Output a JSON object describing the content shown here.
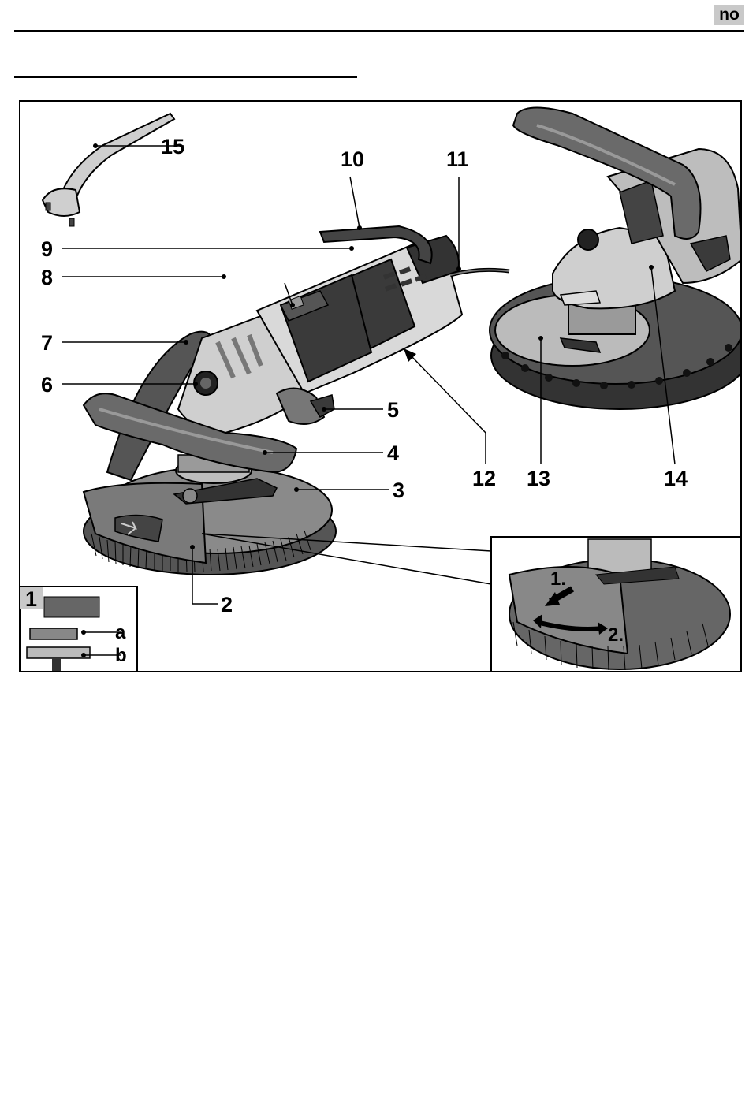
{
  "header": {
    "language_code": "no"
  },
  "figure": {
    "labels": {
      "l1": "1",
      "l2": "2",
      "l3": "3",
      "l4": "4",
      "l5": "5",
      "l6": "6",
      "l7": "7",
      "l8": "8",
      "l9": "9",
      "l10": "10",
      "l11": "11",
      "l12": "12",
      "l13": "13",
      "l14": "14",
      "l15": "15"
    },
    "inset_left": {
      "number": "1",
      "a": "a",
      "b": "b"
    },
    "inset_right": {
      "step1": "1.",
      "step2": "2."
    }
  }
}
